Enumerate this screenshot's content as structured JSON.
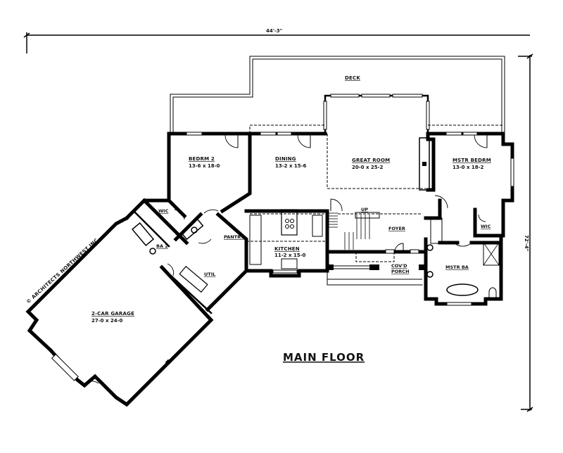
{
  "plan": {
    "title": "MAIN FLOOR",
    "overall_width": "44'-3\"",
    "overall_depth": "72'-4\"",
    "copyright": "© ARCHITECTS NORTHWEST INC."
  },
  "rooms": {
    "deck": {
      "name": "DECK"
    },
    "bedrm2": {
      "name": "BEDRM 2",
      "dims": "13-6 x 18-0"
    },
    "dining": {
      "name": "DINING",
      "dims": "13-2 x 15-6"
    },
    "great_room": {
      "name": "GREAT ROOM",
      "dims": "20-0 x 25-2"
    },
    "mstr_bedrm": {
      "name": "MSTR BEDRM",
      "dims": "13-0 x 18-2"
    },
    "wic_left": {
      "name": "WIC"
    },
    "ba2": {
      "name": "BA 2"
    },
    "pantry": {
      "name": "PANTRY"
    },
    "kitchen": {
      "name": "KITCHEN",
      "dims": "11-2 x 15-0"
    },
    "util": {
      "name": "UTIL"
    },
    "foyer": {
      "name": "FOYER"
    },
    "up": {
      "name": "UP"
    },
    "covd_porch": {
      "line1": "COV'D",
      "line2": "PORCH"
    },
    "wic_right": {
      "name": "WIC"
    },
    "mstr_ba": {
      "name": "MSTR BA"
    },
    "garage": {
      "name": "2-CAR GARAGE",
      "dims": "27-0 x 24-0"
    }
  },
  "colors": {
    "line": "#000000",
    "background": "#ffffff"
  }
}
